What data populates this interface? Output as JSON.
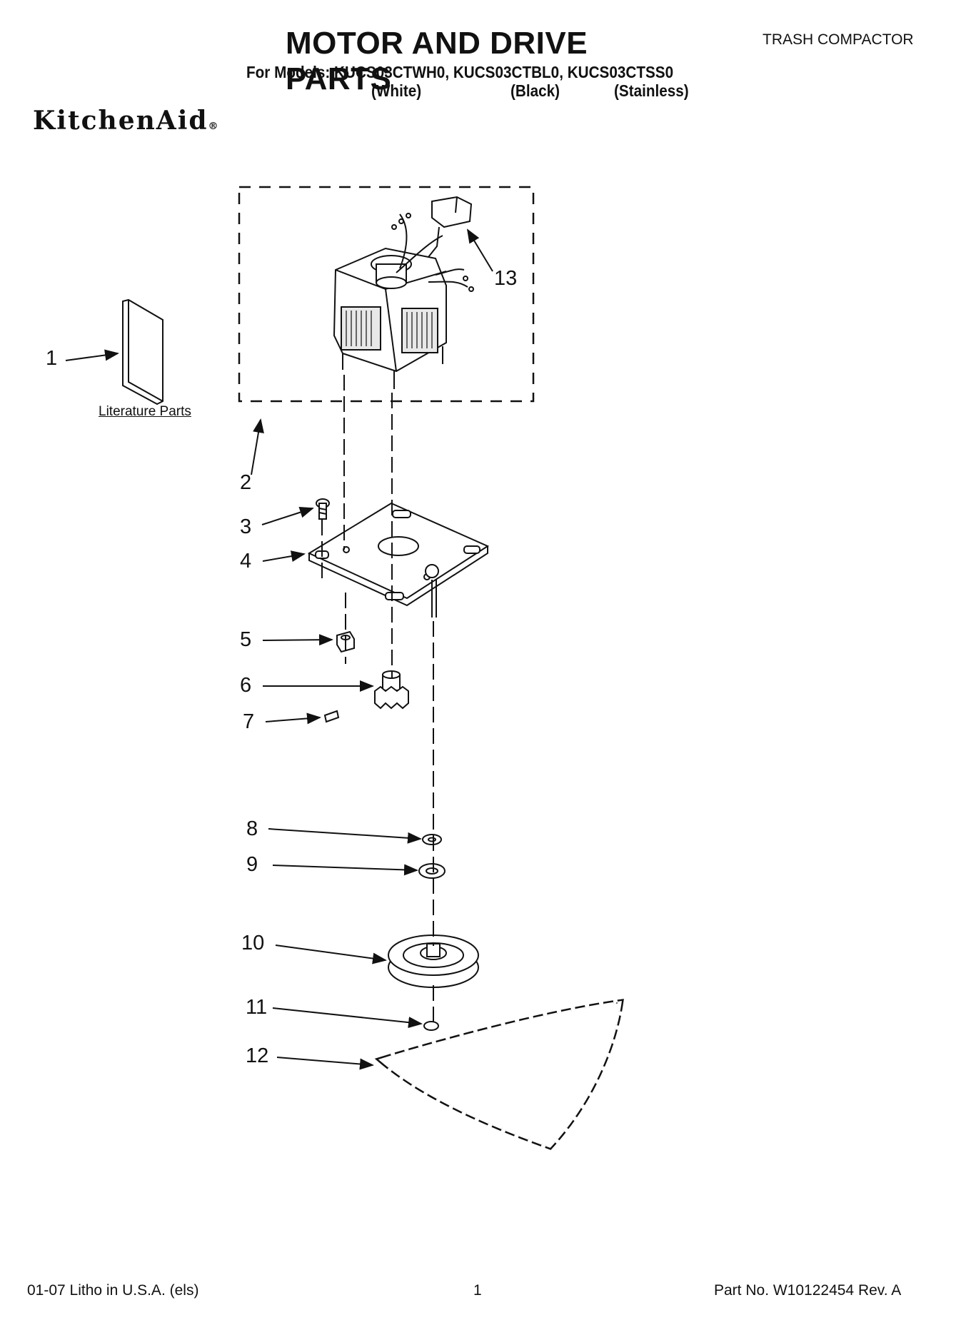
{
  "header": {
    "title": "MOTOR AND DRIVE PARTS",
    "category": "TRASH COMPACTOR",
    "models_line": "For Models: KUCS03CTWH0, KUCS03CTBL0, KUCS03CTSS0",
    "variants": [
      "(White)",
      "(Black)",
      "(Stainless)"
    ],
    "brand": "KitchenAid",
    "brand_mark": "®"
  },
  "diagram": {
    "callouts": [
      "1",
      "2",
      "3",
      "4",
      "5",
      "6",
      "7",
      "8",
      "9",
      "10",
      "11",
      "12",
      "13"
    ],
    "literature_caption": "Literature Parts"
  },
  "footer": {
    "litho": "01-07 Litho in U.S.A. (els)",
    "page_number": "1",
    "part_number": "Part No. W10122454 Rev. A"
  }
}
